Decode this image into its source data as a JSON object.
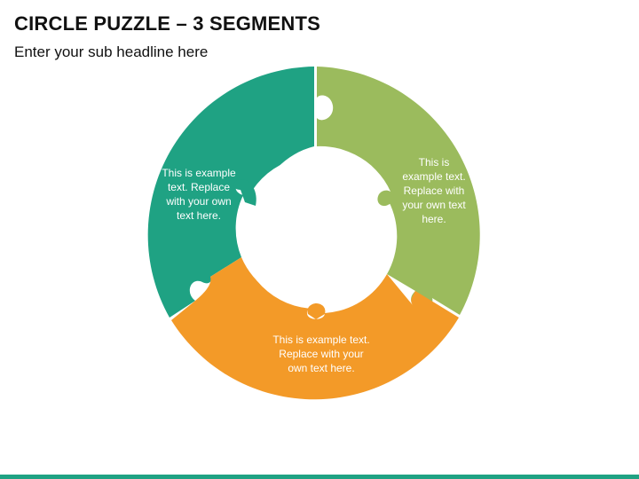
{
  "header": {
    "title": "CIRCLE PUZZLE – 3 SEGMENTS",
    "subtitle": "Enter your sub headline here"
  },
  "segments": [
    {
      "id": "teal",
      "color": "#1fa283",
      "text": "This is example text. Replace with your own text here."
    },
    {
      "id": "green",
      "color": "#9bbb5d",
      "text": "This is example text. Replace with your own text here."
    },
    {
      "id": "orange",
      "color": "#f39a28",
      "text": "This is example text. Replace with your own text here."
    }
  ],
  "colors": {
    "bottom_bar": "#1fa283",
    "background": "#ffffff"
  }
}
